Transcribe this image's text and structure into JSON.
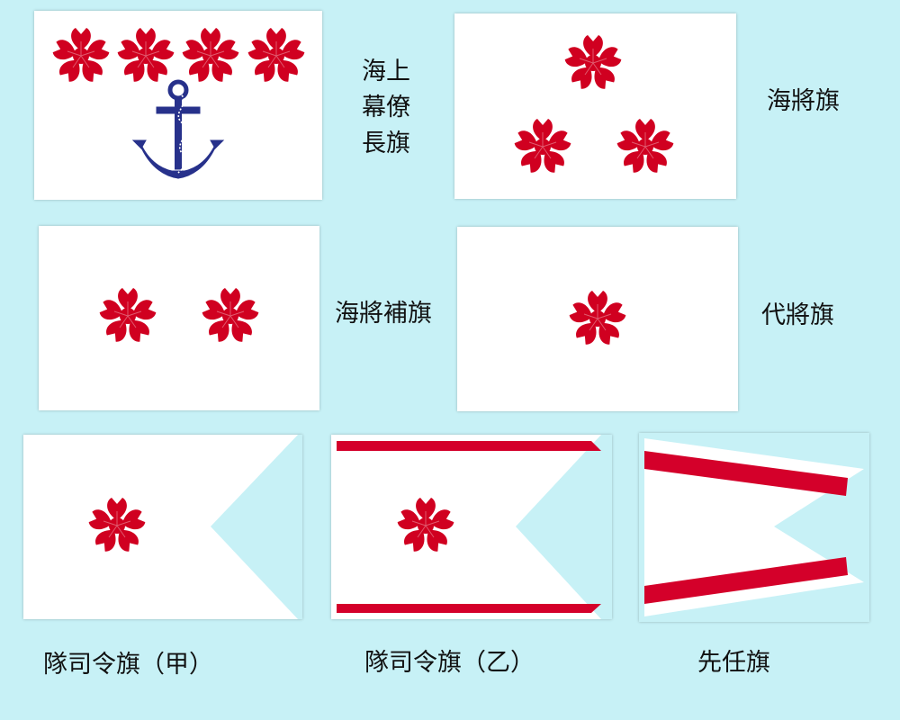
{
  "colors": {
    "background": "#c7f1f6",
    "flag_white": "#ffffff",
    "blossom_red": "#d00020",
    "anchor_blue": "#27318b",
    "stripe_red": "#d4002a"
  },
  "flags": [
    {
      "id": "chief-of-staff",
      "label_lines": [
        "海上",
        "幕僚",
        "長旗"
      ],
      "blossoms": 4,
      "anchor": true
    },
    {
      "id": "admiral",
      "label": "海將旗",
      "blossoms": 3
    },
    {
      "id": "vice-admiral",
      "label": "海將補旗",
      "blossoms": 2
    },
    {
      "id": "acting-admiral",
      "label": "代將旗",
      "blossoms": 1
    },
    {
      "id": "commander-a",
      "label": "隊司令旗（甲）",
      "blossoms": 1,
      "shape": "swallowtail"
    },
    {
      "id": "commander-b",
      "label": "隊司令旗（乙）",
      "blossoms": 1,
      "shape": "swallowtail-striped"
    },
    {
      "id": "senior",
      "label": "先任旗",
      "blossoms": 0,
      "shape": "double-swallowtail-striped"
    }
  ],
  "icons": [
    "cherry-blossom-icon",
    "anchor-icon"
  ]
}
